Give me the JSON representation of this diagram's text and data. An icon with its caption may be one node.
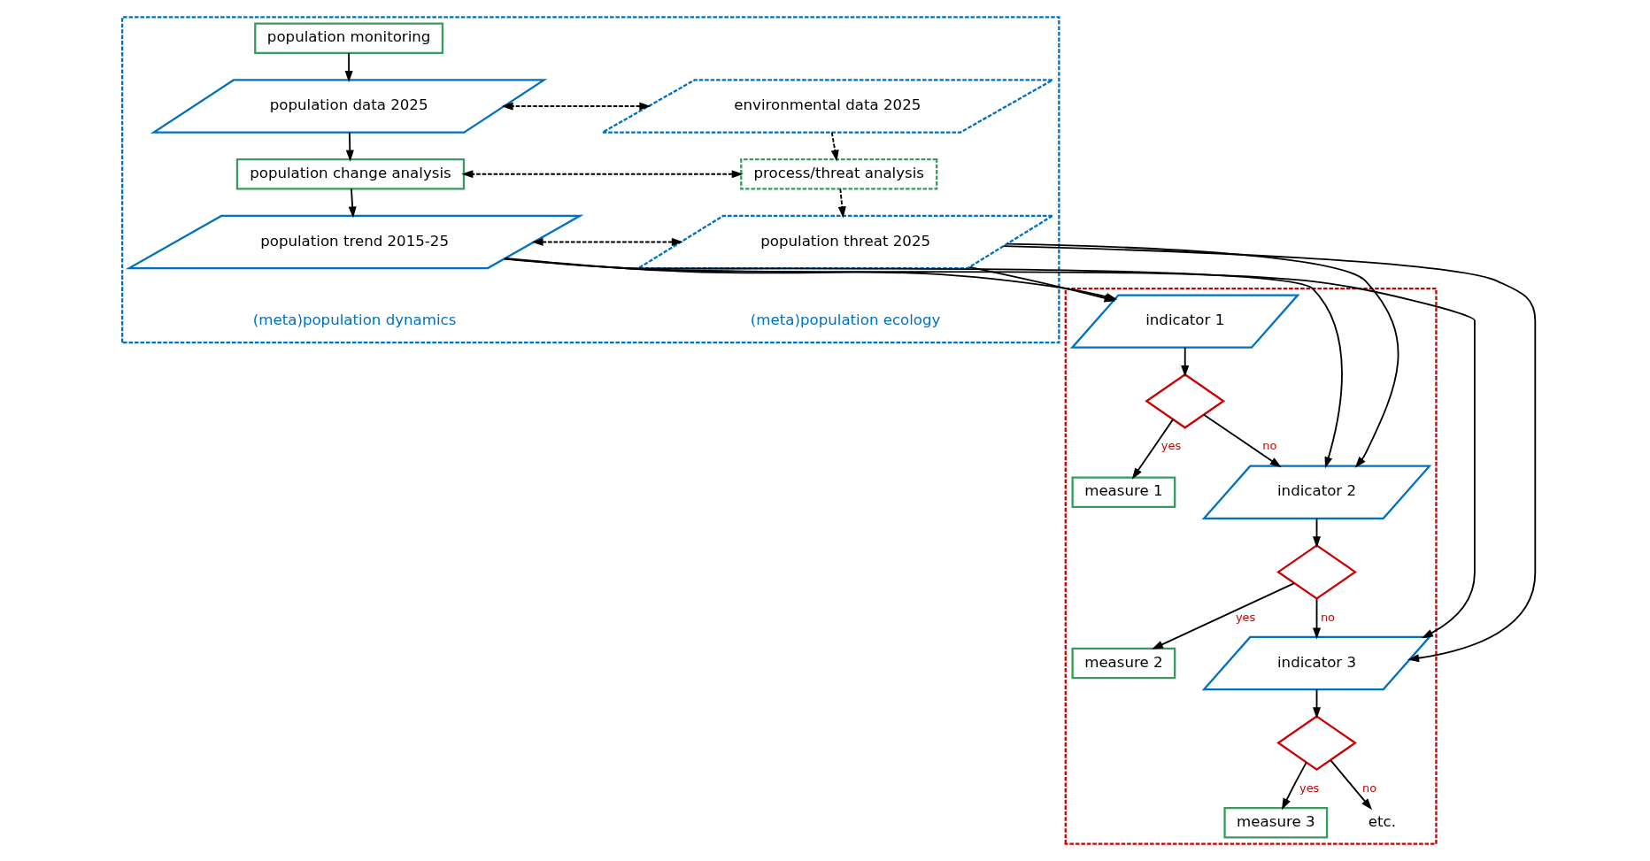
{
  "diagram": {
    "nodes": [
      {
        "text": [],
        "shape": "box"
      },
      {
        "text": [
          "population monitoring"
        ],
        "in": 0
      },
      {
        "text": [
          "environmental data 2025"
        ],
        "in": 0
      },
      {
        "text": [
          "population data 2025"
        ],
        "in": 0
      },
      {
        "text": [
          "process/threat analysis"
        ],
        "in": 0
      },
      {
        "text": [
          "population change analysis"
        ],
        "in": 0
      },
      {
        "text": [
          "population threat 2025"
        ],
        "in": 0
      },
      {
        "text": [
          "population trend 2015-25"
        ],
        "in": 0
      },
      {
        "text": [],
        "shape": "box"
      },
      {
        "text": [
          "indicator 1"
        ],
        "in": 8
      },
      {
        "text": [],
        "shape": "diamond",
        "in": 8
      },
      {
        "text": [
          "measure 1"
        ],
        "in": 8
      },
      {
        "text": [
          "indicator 2"
        ],
        "in": 8
      },
      {
        "text": [],
        "shape": "diamond",
        "in": 8
      },
      {
        "text": [
          "measure 2"
        ],
        "in": 8
      },
      {
        "text": [
          "indicator 3"
        ],
        "in": 8
      },
      {
        "text": [],
        "shape": "diamond",
        "in": 8
      },
      {
        "text": [
          "measure 3"
        ],
        "in": 8
      },
      {
        "text": [
          "etc."
        ],
        "in": 8
      }
    ],
    "edges": [
      {
        "from": 1,
        "to": 3,
        "arrow": "to"
      },
      {
        "from": 2,
        "to": 3,
        "arrow": "both",
        "style": "dashed"
      },
      {
        "from": 2,
        "to": 4,
        "arrow": "to",
        "style": "dashed"
      },
      {
        "from": 4,
        "to": 5,
        "arrow": "both",
        "style": "dashed"
      },
      {
        "from": 3,
        "to": 5,
        "arrow": "to"
      },
      {
        "from": 4,
        "to": 6,
        "arrow": "to",
        "style": "dashed"
      },
      {
        "from": 5,
        "to": 7,
        "arrow": "to"
      },
      {
        "from": 6,
        "to": 7,
        "arrow": "both",
        "style": "dashed"
      },
      {
        "from": 6,
        "to": 9,
        "arrow": "to"
      },
      {
        "from": 6,
        "to": 12,
        "arrow": "to"
      },
      {
        "from": 6,
        "to": 15,
        "arrow": "to"
      },
      {
        "from": 7,
        "to": 9,
        "arrow": "to"
      },
      {
        "from": 7,
        "to": 12,
        "arrow": "to"
      },
      {
        "from": 7,
        "to": 15,
        "arrow": "to"
      },
      {
        "from": 9,
        "to": 10,
        "arrow": "to"
      },
      {
        "from": 10,
        "to": 12,
        "arrow": "to",
        "label": "no"
      },
      {
        "from": 10,
        "to": 11,
        "arrow": "to",
        "label": "yes"
      },
      {
        "from": 12,
        "to": 13,
        "arrow": "to"
      },
      {
        "from": 13,
        "to": 15,
        "arrow": "to",
        "label": "no"
      },
      {
        "from": 13,
        "to": 14,
        "arrow": "to",
        "label": "yes"
      },
      {
        "from": 15,
        "to": 16,
        "arrow": "to"
      },
      {
        "from": 16,
        "to": 18,
        "arrow": "to",
        "label": "no"
      },
      {
        "from": 16,
        "to": 17,
        "arrow": "to",
        "label": "yes"
      }
    ],
    "labels": [
      "(meta)population ecology",
      "(meta)population dynamics"
    ]
  }
}
